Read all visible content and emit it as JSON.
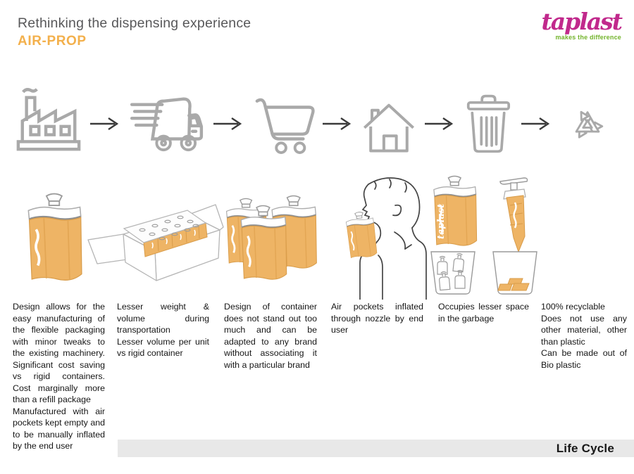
{
  "slide": {
    "title": "Rethinking the dispensing experience",
    "subtitle": "AIR-PROP",
    "footer_label": "Life Cycle"
  },
  "logo": {
    "brand": "taplast",
    "tagline": "makes the difference"
  },
  "lifecycle": {
    "stages": [
      {
        "icon": "factory-icon",
        "name": "manufacturing",
        "text": "Design allows for the easy manufacturing of the flexible packaging with minor tweaks to the existing machinery. Significant cost saving vs rigid containers. Cost marginally more than a refill package\nManufactured with air pockets kept empty and to be manually inflated by the end user"
      },
      {
        "icon": "delivery-truck-icon",
        "name": "transportation",
        "text": "Lesser weight & volume during transportation\nLesser volume per unit vs rigid container"
      },
      {
        "icon": "shopping-cart-icon",
        "name": "retail",
        "text": "Design of container does not stand out too much and can be adapted to any brand without associating it with a particular brand"
      },
      {
        "icon": "house-icon",
        "name": "home-use",
        "text": "Air pockets inflated through nozzle by end user"
      },
      {
        "icon": "trash-bin-icon",
        "name": "disposal",
        "text": "Occupies lesser space in the garbage"
      },
      {
        "icon": "recycle-icon",
        "name": "recycling",
        "text": "100% recyclable\nDoes not use any other material, other than plastic\nCan be made out of Bio plastic"
      }
    ]
  },
  "colors": {
    "accent_orange": "#F3B04C",
    "package_orange": "#EEB465",
    "brand_magenta": "#C1298C",
    "tagline_green": "#72B32B",
    "icon_gray": "#A9A9A9",
    "arrow_dark": "#3A3A3A",
    "title_gray": "#58585A",
    "footer_bar_gray": "#E8E8E8"
  }
}
